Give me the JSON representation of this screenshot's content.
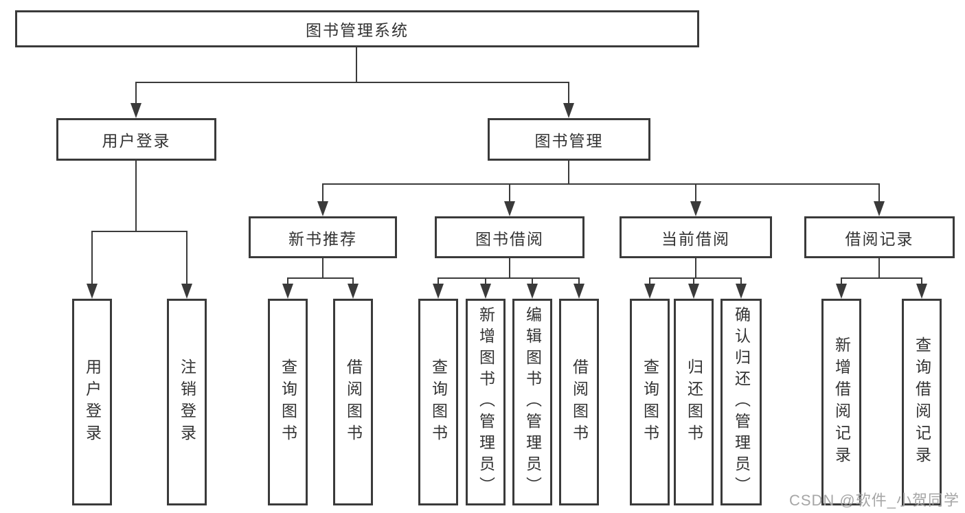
{
  "diagram_type": "hierarchy-chart",
  "colors": {
    "line": "#3a3a3a",
    "text": "#333333",
    "background": "#ffffff",
    "watermark": "#a6a6a6"
  },
  "nodes": {
    "root": "图书管理系统",
    "level2": {
      "user_login": "用户登录",
      "book_mgmt": "图书管理"
    },
    "level3": {
      "new_book_rec": "新书推荐",
      "book_borrow": "图书借阅",
      "current_borrow": "当前借阅",
      "borrow_record": "借阅记录"
    },
    "leaves": {
      "user_login": "用户登录",
      "logout": "注销登录",
      "rec_query": "查询图书",
      "rec_borrow": "借阅图书",
      "bor_query": "查询图书",
      "bor_add": "新增图书（管理员）",
      "bor_edit": "编辑图书（管理员）",
      "bor_borrow": "借阅图书",
      "cur_query": "查询图书",
      "cur_return": "归还图书",
      "cur_confirm": "确认归还（管理员）",
      "record_add": "新增借阅记录",
      "record_query": "查询借阅记录"
    }
  },
  "watermark": "CSDN @软件_小贺同学"
}
